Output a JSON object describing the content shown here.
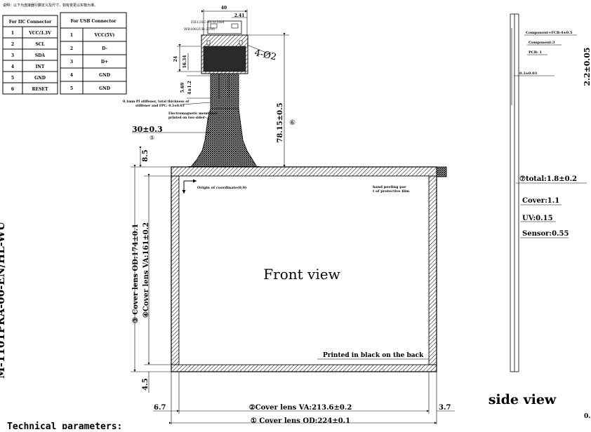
{
  "header_note": "说明：以下为连接器引脚定义及尺寸，如有变更以实物为准。",
  "left_vertical_text": "M-1101PRA-00-EN/HL-WU",
  "iic_table": {
    "title": "For IIC Connector",
    "rows": [
      [
        "1",
        "VCC/3.3V"
      ],
      [
        "2",
        "SCL"
      ],
      [
        "3",
        "SDA"
      ],
      [
        "4",
        "INT"
      ],
      [
        "5",
        "GND"
      ],
      [
        "6",
        "RESET"
      ]
    ]
  },
  "usb_table": {
    "title": "For USB Connector",
    "rows": [
      [
        "1",
        "VCC(5V)"
      ],
      [
        "2",
        "D-"
      ],
      [
        "3",
        "D+"
      ],
      [
        "4",
        "GND"
      ],
      [
        "5",
        "GND"
      ]
    ]
  },
  "connector_labels": {
    "part1": "FH12SC-6S-0.5SH",
    "part2": "WB1002UB-2T05",
    "dim_40": "40",
    "dim_241": "2.41",
    "dim_24": "24",
    "dim_1634": "16.34",
    "dim_569": "5.69",
    "dim_412": "4±1.2",
    "hole": "4-Ø2",
    "stiffener_note_1": "0.1mm PI stiffener, total thickness of",
    "stiffener_note_2": "stiffener and FPC: 0.3±0.03",
    "emi_note_1": "Electromagnetic membrane",
    "emi_note_2": "printed on two sides",
    "fpc_length": "78.15±0.5",
    "fpc_length_idx": "⑥",
    "dim_30": "30±0.3",
    "dim_30_idx": "⑤",
    "dim_85": "8.5"
  },
  "front_view": {
    "title": "Front view",
    "origin_label": "Origin of coordinate(0,0)",
    "peel_label_1": "hand peeling par",
    "peel_label_2": "t of protective film",
    "print_label": "Printed in black on the back",
    "od_height": "③ Cover lens OD:174±0.1",
    "va_height": "④Cover lens VA:161±0.2",
    "va_width": "②Cover lens VA:213.6±0.2",
    "od_width": "① Cover lens OD:224±0.1",
    "dim_67": "6.7",
    "dim_37": "3.7",
    "dim_45": "4.5"
  },
  "side_view": {
    "title": "side view",
    "component_fpc": "Component+FCB:4±0.5",
    "component": "Component:3",
    "pcb": "PCB: 1",
    "dim_003": "0.3±0.03",
    "dim_thick": "2.2±0.05",
    "total": "⑦total:1.8±0.2",
    "cover": "Cover:1.1",
    "uv": "UV:0.15",
    "sensor": "Sensor:0.55",
    "corner": "0."
  },
  "bottom_text": "Technical parameters:"
}
